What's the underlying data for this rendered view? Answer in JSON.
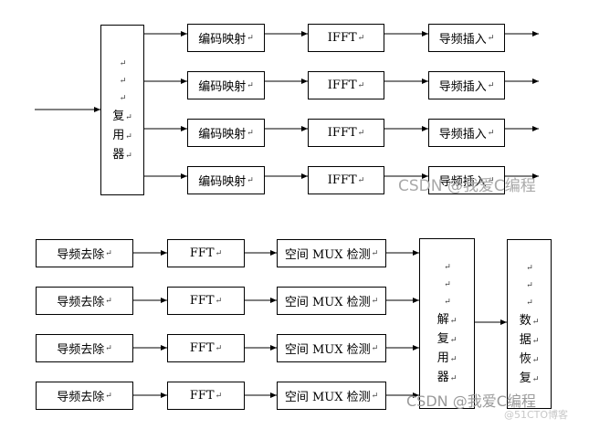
{
  "mark": "↵",
  "tx": {
    "mux": "复用器",
    "encode": "编码映射",
    "ifft": "IFFT",
    "pilot_insert": "导频插入",
    "rows": 4
  },
  "rx": {
    "pilot_remove": "导频去除",
    "fft": "FFT",
    "detect": "空间 MUX 检测",
    "demux": "解复用器",
    "recover": "数据恢复",
    "rows": 4
  },
  "watermarks": {
    "top": "CSDN @我爱C编程",
    "bottom": "CSDN @我爱C编程",
    "corner": "@51CTO博客"
  }
}
